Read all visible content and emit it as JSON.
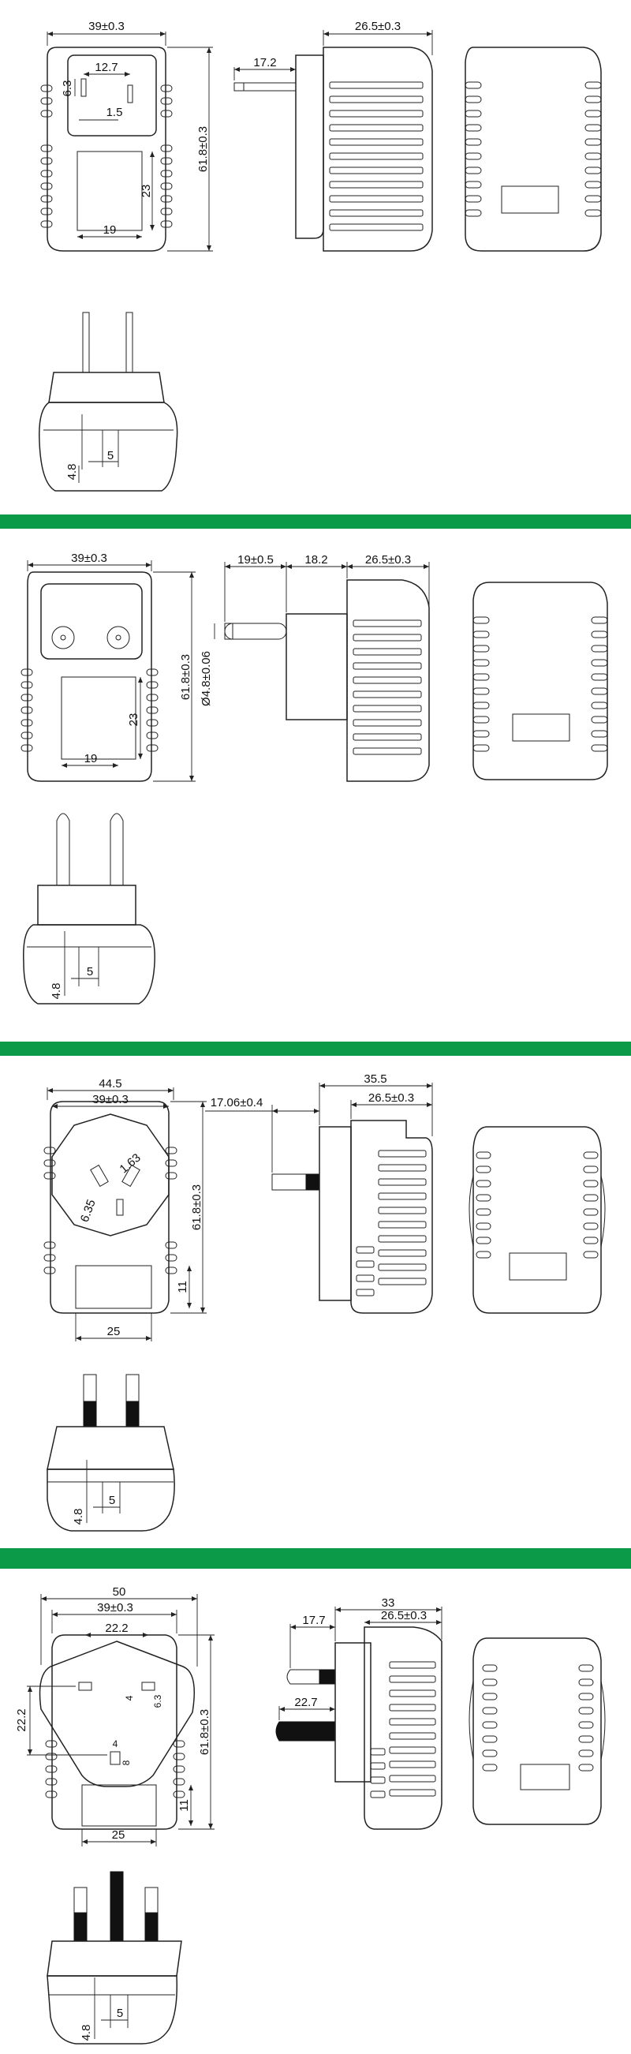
{
  "colors": {
    "divider": "#0a9a48",
    "line": "#222222",
    "background": "#ffffff"
  },
  "sections": [
    {
      "plug": "US",
      "front": {
        "width": "39±0.3",
        "height": "61.8±0.3",
        "pin_spacing": "12.7",
        "pin_len": "6.3",
        "pin_w": "1.5",
        "win_h": "23",
        "win_w": "19"
      },
      "side": {
        "pin": "17.2",
        "body": "26.5±0.3"
      },
      "bottom": {
        "offset": "4.8",
        "width": "5"
      }
    },
    {
      "plug": "EU",
      "front": {
        "width": "39±0.3",
        "height": "61.8±0.3",
        "win_h": "23",
        "win_w": "19"
      },
      "side": {
        "pin": "19±0.5",
        "mid": "18.2",
        "body": "26.5±0.3",
        "pin_dia": "Ø4.8±0.06"
      },
      "bottom": {
        "offset": "4.8",
        "width": "5"
      }
    },
    {
      "plug": "AU",
      "front": {
        "overall": "44.5",
        "width": "39±0.3",
        "height": "61.8±0.3",
        "a": "1.63",
        "b": "6.35",
        "win_h": "11",
        "win_w": "25"
      },
      "side": {
        "pin": "17.06±0.4",
        "overall": "35.5",
        "body": "26.5±0.3"
      },
      "bottom": {
        "offset": "4.8",
        "width": "5"
      }
    },
    {
      "plug": "UK",
      "front": {
        "overall": "50",
        "width": "39±0.3",
        "height": "61.8±0.3",
        "pin_spacing": "22.2",
        "pin_offset": "22.2",
        "s1": "4",
        "s2": "6.3",
        "s3": "8",
        "s4": "4",
        "win_h": "11",
        "win_w": "25"
      },
      "side": {
        "pin1": "17.7",
        "pin2": "22.7",
        "overall": "33",
        "body": "26.5±0.3"
      },
      "bottom": {
        "offset": "4.8",
        "width": "5"
      }
    }
  ]
}
